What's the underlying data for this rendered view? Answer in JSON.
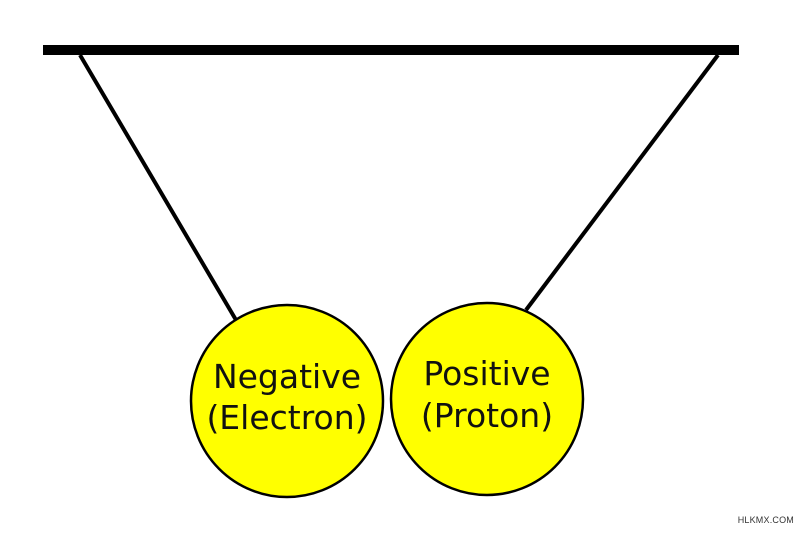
{
  "diagram": {
    "balls": [
      {
        "line1": "Negative",
        "line2": "(Electron)"
      },
      {
        "line1": "Positive",
        "line2": "(Proton)"
      }
    ],
    "colors": {
      "ball_fill": "#ffff00",
      "outline": "#000000",
      "background": "#ffffff"
    }
  },
  "watermark": "HLKMX.COM"
}
